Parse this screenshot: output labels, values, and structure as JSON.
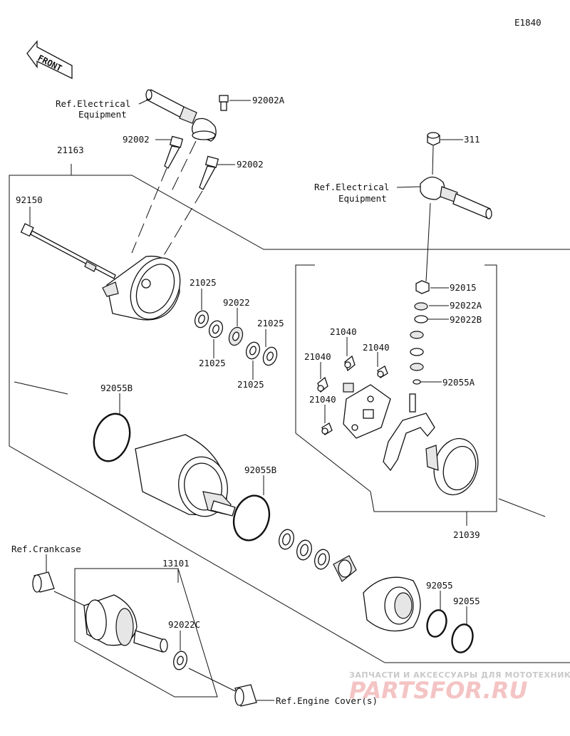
{
  "diagram_code": "E1840",
  "front_label": "FRONT",
  "watermark": {
    "tagline": "ЗАПЧАСТИ И АКСЕССУАРЫ ДЛЯ МОТОТЕХНИКИ",
    "brand": "PARTSFOR.RU"
  },
  "refs": {
    "elec_top": [
      "Ref.Electrical",
      "Equipment"
    ],
    "elec_right": [
      "Ref.Electrical",
      "Equipment"
    ],
    "crankcase": "Ref.Crankcase",
    "engine_cover": "Ref.Engine Cover(s)"
  },
  "labels": {
    "p92002A": "92002A",
    "p92002a": "92002",
    "p92002b": "92002",
    "p21163": "21163",
    "p92150": "92150",
    "p311": "311",
    "p21025a": "21025",
    "p92022": "92022",
    "p21025b": "21025",
    "p21025c": "21025",
    "p21025d": "21025",
    "p92015": "92015",
    "p92022A": "92022A",
    "p92022B": "92022B",
    "p21040a": "21040",
    "p21040b": "21040",
    "p21040c": "21040",
    "p21040d": "21040",
    "p92055A": "92055A",
    "p92055Ba": "92055B",
    "p92055Bb": "92055B",
    "p21039": "21039",
    "p13101": "13101",
    "p92022C": "92022C",
    "p92055a": "92055",
    "p92055b": "92055"
  }
}
